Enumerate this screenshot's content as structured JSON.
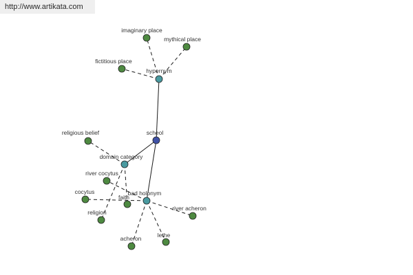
{
  "banner": {
    "text": "http://www.artikata.com"
  },
  "colors": {
    "root": "#3f51a6",
    "relation": "#4a9aa0",
    "leaf": "#4e8a41",
    "edge": "#1a1a1a"
  },
  "graph": {
    "nodes": [
      {
        "id": "scheol",
        "label": "scheol",
        "kind": "root"
      },
      {
        "id": "hypernym",
        "label": "hypernym",
        "kind": "relation"
      },
      {
        "id": "domain-category",
        "label": "domain category",
        "kind": "relation"
      },
      {
        "id": "bad-holonym",
        "label": "bad holonym",
        "kind": "relation"
      },
      {
        "id": "imaginary-place",
        "label": "imaginary place",
        "kind": "leaf"
      },
      {
        "id": "mythical-place",
        "label": "mythical place",
        "kind": "leaf"
      },
      {
        "id": "fictitious-place",
        "label": "fictitious place",
        "kind": "leaf"
      },
      {
        "id": "religious-belief",
        "label": "religious belief",
        "kind": "leaf"
      },
      {
        "id": "river-cocytus",
        "label": "river cocytus",
        "kind": "leaf"
      },
      {
        "id": "cocytus",
        "label": "cocytus",
        "kind": "leaf"
      },
      {
        "id": "faith",
        "label": "faith",
        "kind": "leaf"
      },
      {
        "id": "religion",
        "label": "religion",
        "kind": "leaf"
      },
      {
        "id": "river-acheron",
        "label": "river acheron",
        "kind": "leaf"
      },
      {
        "id": "acheron",
        "label": "acheron",
        "kind": "leaf"
      },
      {
        "id": "lethe",
        "label": "lethe",
        "kind": "leaf"
      }
    ],
    "edges": [
      {
        "from": "scheol",
        "to": "hypernym",
        "style": "solid"
      },
      {
        "from": "scheol",
        "to": "domain-category",
        "style": "solid"
      },
      {
        "from": "scheol",
        "to": "bad-holonym",
        "style": "solid"
      },
      {
        "from": "hypernym",
        "to": "imaginary-place",
        "style": "dashed"
      },
      {
        "from": "hypernym",
        "to": "mythical-place",
        "style": "dashed"
      },
      {
        "from": "hypernym",
        "to": "fictitious-place",
        "style": "dashed"
      },
      {
        "from": "domain-category",
        "to": "religious-belief",
        "style": "dashed"
      },
      {
        "from": "domain-category",
        "to": "faith",
        "style": "dashed"
      },
      {
        "from": "domain-category",
        "to": "religion",
        "style": "dashed"
      },
      {
        "from": "bad-holonym",
        "to": "river-cocytus",
        "style": "dashed"
      },
      {
        "from": "bad-holonym",
        "to": "cocytus",
        "style": "dashed"
      },
      {
        "from": "bad-holonym",
        "to": "river-acheron",
        "style": "dashed"
      },
      {
        "from": "bad-holonym",
        "to": "acheron",
        "style": "dashed"
      },
      {
        "from": "bad-holonym",
        "to": "lethe",
        "style": "dashed"
      }
    ]
  }
}
